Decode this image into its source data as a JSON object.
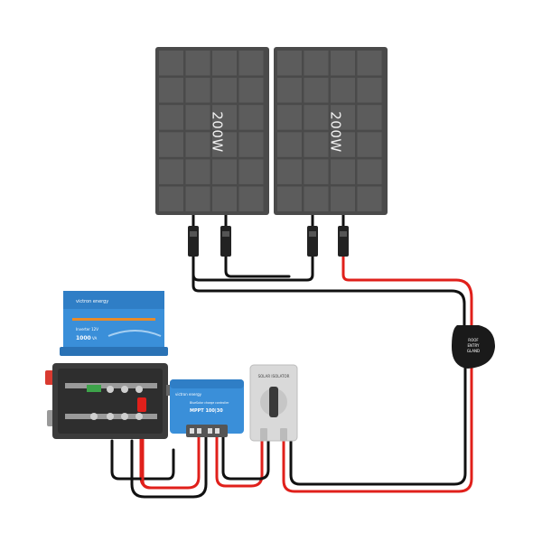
{
  "panels": [
    {
      "label": "200W"
    },
    {
      "label": "200W"
    }
  ],
  "inverter": {
    "brand": "victron energy",
    "model_line": "Inverter 12V",
    "power": "1000",
    "power_unit": "VA"
  },
  "charge_controller": {
    "brand": "victron energy",
    "product": "BlueSolar charge controller",
    "model": "MPPT 100|30"
  },
  "isolator": {
    "label": "SOLAR ISOLATOR"
  },
  "gland": {
    "line1": "ROOF",
    "line2": "ENTRY",
    "line3": "GLAND"
  },
  "colors": {
    "panel": "#4a4a4a",
    "panel_cell": "#5c5c5c",
    "victron_blue": "#3a8fd9",
    "positive_wire": "#e0201b",
    "negative_wire": "#111111"
  }
}
